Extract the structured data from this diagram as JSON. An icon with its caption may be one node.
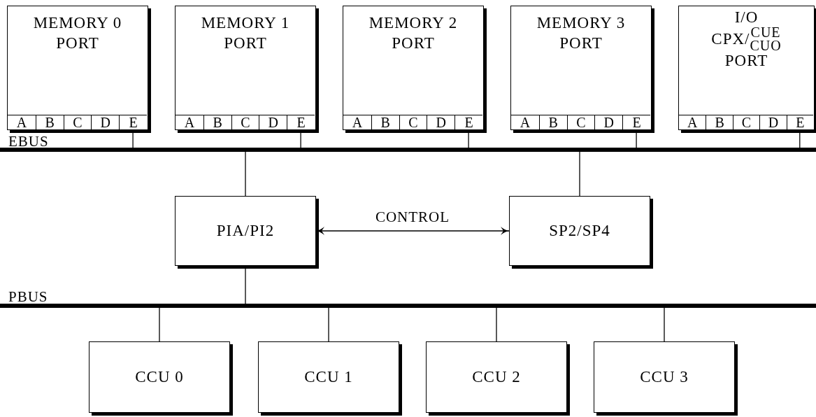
{
  "diagram": {
    "nodes": [
      {
        "text": [
          "MEMORY 0 PORT"
        ]
      },
      {
        "text": [
          "A"
        ],
        "in": 0
      },
      {
        "text": [
          "B"
        ],
        "in": 0
      },
      {
        "text": [
          "C"
        ],
        "in": 0
      },
      {
        "text": [
          "D"
        ],
        "in": 0
      },
      {
        "text": [
          "E"
        ],
        "in": 0
      },
      {
        "text": [
          "MEMORY 1 PORT"
        ]
      },
      {
        "text": [
          "A"
        ],
        "in": 6
      },
      {
        "text": [
          "B"
        ],
        "in": 6
      },
      {
        "text": [
          "C"
        ],
        "in": 6
      },
      {
        "text": [
          "D"
        ],
        "in": 6
      },
      {
        "text": [
          "E"
        ],
        "in": 6
      },
      {
        "text": [
          "MEMORY 2 PORT"
        ]
      },
      {
        "text": [
          "A"
        ],
        "in": 12
      },
      {
        "text": [
          "B"
        ],
        "in": 12
      },
      {
        "text": [
          "C"
        ],
        "in": 12
      },
      {
        "text": [
          "D"
        ],
        "in": 12
      },
      {
        "text": [
          "E"
        ],
        "in": 12
      },
      {
        "text": [
          "MEMORY 3 PORT"
        ]
      },
      {
        "text": [
          "A"
        ],
        "in": 18
      },
      {
        "text": [
          "B"
        ],
        "in": 18
      },
      {
        "text": [
          "C"
        ],
        "in": 18
      },
      {
        "text": [
          "D"
        ],
        "in": 18
      },
      {
        "text": [
          "E"
        ],
        "in": 18
      },
      {
        "text": [
          "I/O",
          "CPX/",
          "CUE",
          "CUO",
          "PORT"
        ]
      },
      {
        "text": [
          "A"
        ],
        "in": 24
      },
      {
        "text": [
          "B"
        ],
        "in": 24
      },
      {
        "text": [
          "C"
        ],
        "in": 24
      },
      {
        "text": [
          "D"
        ],
        "in": 24
      },
      {
        "text": [
          "E"
        ],
        "in": 24
      },
      {
        "text": [
          "EBUS"
        ]
      },
      {
        "text": [
          "PIA/PI2"
        ]
      },
      {
        "text": [
          "SP2/SP4"
        ]
      },
      {
        "text": [
          "PBUS"
        ]
      },
      {
        "text": [
          "CCU 0"
        ]
      },
      {
        "text": [
          "CCU 1"
        ]
      },
      {
        "text": [
          "CCU 2"
        ]
      },
      {
        "text": [
          "CCU 3"
        ]
      }
    ],
    "edges": [
      {
        "from": 5,
        "to": 30,
        "arrow": "none"
      },
      {
        "from": 11,
        "to": 30,
        "arrow": "none"
      },
      {
        "from": 17,
        "to": 30,
        "arrow": "none"
      },
      {
        "from": 23,
        "to": 30,
        "arrow": "none"
      },
      {
        "from": 29,
        "to": 30,
        "arrow": "none"
      },
      {
        "from": 30,
        "to": 31,
        "arrow": "none"
      },
      {
        "from": 30,
        "to": 32,
        "arrow": "none"
      },
      {
        "from": 31,
        "to": 32,
        "arrow": "both",
        "label": "CONTROL"
      },
      {
        "from": 31,
        "to": 33,
        "arrow": "none"
      },
      {
        "from": 33,
        "to": 34,
        "arrow": "none"
      },
      {
        "from": 33,
        "to": 35,
        "arrow": "none"
      },
      {
        "from": 33,
        "to": 36,
        "arrow": "none"
      },
      {
        "from": 33,
        "to": 37,
        "arrow": "none"
      }
    ]
  }
}
